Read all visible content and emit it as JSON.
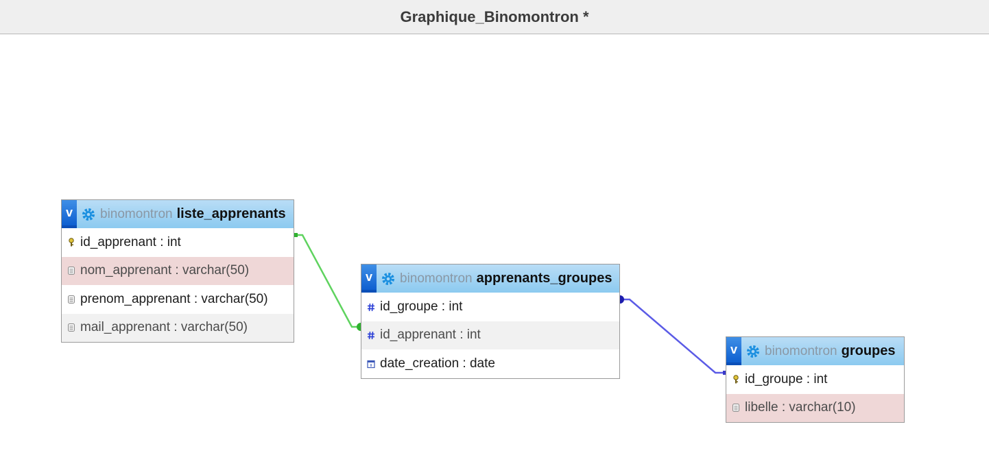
{
  "header": {
    "title": "Graphique_Binomontron *"
  },
  "tables": [
    {
      "db": "binomontron",
      "name": "liste_apprenants",
      "toggle": "v",
      "columns": [
        {
          "icon": "key-icon",
          "label": "id_apprenant : int"
        },
        {
          "icon": "text-column-icon",
          "label": "nom_apprenant : varchar(50)"
        },
        {
          "icon": "text-column-icon",
          "label": "prenom_apprenant : varchar(50)"
        },
        {
          "icon": "text-column-icon",
          "label": "mail_apprenant : varchar(50)"
        }
      ]
    },
    {
      "db": "binomontron",
      "name": "apprenants_groupes",
      "toggle": "v",
      "columns": [
        {
          "icon": "hash-icon",
          "label": "id_groupe : int"
        },
        {
          "icon": "hash-icon",
          "label": "id_apprenant : int"
        },
        {
          "icon": "calendar-icon",
          "label": "date_creation : date"
        }
      ]
    },
    {
      "db": "binomontron",
      "name": "groupes",
      "toggle": "v",
      "columns": [
        {
          "icon": "key-icon",
          "label": "id_groupe : int"
        },
        {
          "icon": "text-column-icon",
          "label": "libelle : varchar(10)"
        }
      ]
    }
  ],
  "relations": [
    {
      "from": "liste_apprenants.id_apprenant",
      "to": "apprenants_groupes.id_apprenant",
      "color": "#5fd35f"
    },
    {
      "from": "apprenants_groupes.id_groupe",
      "to": "groupes.id_groupe",
      "color": "#5b5be6"
    }
  ]
}
